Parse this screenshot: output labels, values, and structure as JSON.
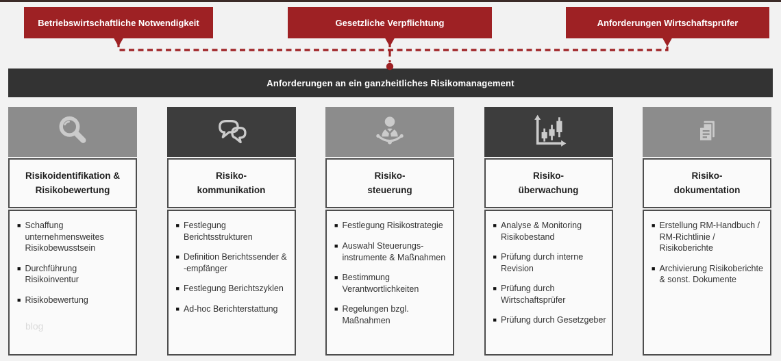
{
  "colors": {
    "accent_red": "#9e2124",
    "banner_bg": "#333333",
    "header_light_gray": "#8c8c8c",
    "header_dark_gray": "#3d3d3d",
    "page_bg": "#f2f2f2",
    "icon_gray": "#cbcbcb"
  },
  "top_boxes": [
    {
      "label": "Betriebswirtschaftliche Notwendigkeit"
    },
    {
      "label": "Gesetzliche Verpflichtung"
    },
    {
      "label": "Anforderungen Wirtschaftsprüfer"
    }
  ],
  "banner": {
    "label": "Anforderungen an ein ganzheitliches Risikomanagement"
  },
  "columns": [
    {
      "title": "Risikoidentifikation &\nRisikobewertung",
      "icon": "magnifier-icon",
      "header_tone": "light",
      "bullets": [
        "Schaffung unternehmensweites Risikobewusstsein",
        "Durchführung Risikoinventur",
        "Risikobewertung"
      ]
    },
    {
      "title": "Risiko-\nkommunikation",
      "icon": "chat-bubbles-icon",
      "header_tone": "dark",
      "bullets": [
        "Festlegung Berichtsstrukturen",
        "Definition Berichtssender & -empfänger",
        "Festlegung Berichtszyklen",
        "Ad-hoc Berichterstattung"
      ]
    },
    {
      "title": "Risiko-\nsteuerung",
      "icon": "person-icon",
      "header_tone": "light",
      "bullets": [
        "Festlegung Risikostrategie",
        "Auswahl Steuerungs-instrumente & Maßnahmen",
        "Bestimmung Verantwortlichkeiten",
        "Regelungen bzgl. Maßnahmen"
      ]
    },
    {
      "title": "Risiko-\nüberwachung",
      "icon": "candlestick-chart-icon",
      "header_tone": "dark",
      "bullets": [
        "Analyse & Monitoring Risikobestand",
        "Prüfung durch interne Revision",
        "Prüfung durch Wirtschaftsprüfer",
        "Prüfung durch Gesetzgeber"
      ]
    },
    {
      "title": "Risiko-\ndokumentation",
      "icon": "documents-icon",
      "header_tone": "light",
      "bullets": [
        "Erstellung RM-Handbuch / RM-Richtlinie / Risikoberichte",
        "Archivierung Risikoberichte & sonst. Dokumente"
      ]
    }
  ],
  "watermark": "blog"
}
